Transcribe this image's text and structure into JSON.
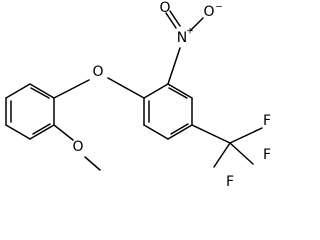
{
  "molecule": {
    "atoms": {
      "nitro_n": "N",
      "nitro_n_charge": "+",
      "nitro_o_top": "O",
      "nitro_o_right": "O",
      "nitro_o_charge": "−",
      "ether_o": "O",
      "methoxy_o": "O",
      "cf3_f_left": "F",
      "cf3_f_top": "F",
      "cf3_f_bottom": "F"
    }
  }
}
